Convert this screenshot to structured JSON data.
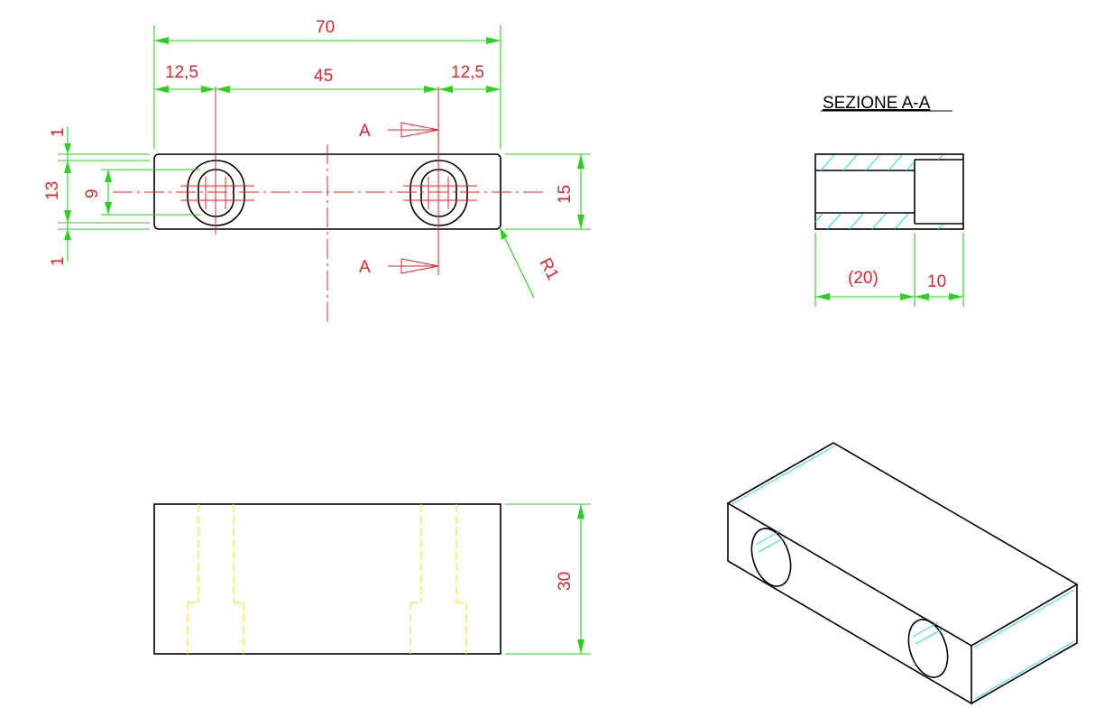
{
  "drawing": {
    "top_view": {
      "dim_overall": "70",
      "dim_left_margin": "12,5",
      "dim_center": "45",
      "dim_right_margin": "12,5",
      "dim_top_gap": "1",
      "dim_height_13": "13",
      "dim_slot": "9",
      "dim_bottom_gap": "1",
      "dim_height": "15",
      "dim_radius": "R1",
      "section_mark_top": "A",
      "section_mark_bottom": "A"
    },
    "section_view": {
      "title": "SEZIONE A-A",
      "dim_bore": "(20)",
      "dim_counterbore": "10"
    },
    "front_view": {
      "dim_thickness": "30"
    }
  },
  "colors": {
    "object_lines": "#000000",
    "dimension_lines": "#2bd11f",
    "dimension_text": "#e8232a",
    "center_lines": "#e8232a",
    "hidden_lines": "#f2e52a",
    "hatch": "#2fd6ea"
  }
}
